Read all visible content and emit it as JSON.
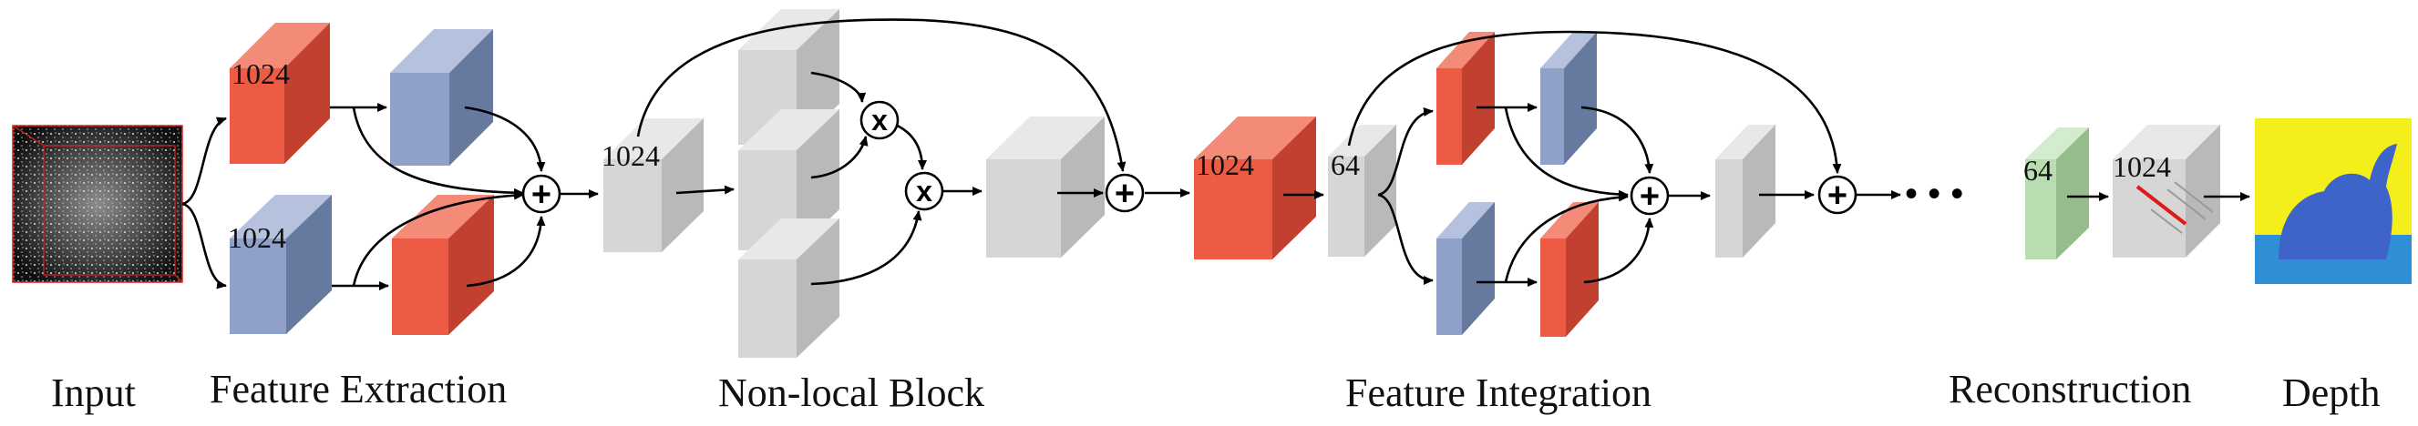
{
  "captions": {
    "input": "Input",
    "feature_extraction": "Feature Extraction",
    "non_local_block": "Non-local Block",
    "feature_integration": "Feature Integration",
    "reconstruction": "Reconstruction",
    "depth": "Depth"
  },
  "cube_labels": {
    "fe_top_red": "1024",
    "fe_bottom_blue": "1024",
    "nl_input": "1024",
    "merged_red": "1024",
    "fi_input": "64",
    "rec_green": "64",
    "rec_gray": "1024"
  },
  "operators": {
    "plus": "+",
    "times": "x"
  },
  "ellipsis": "• • •",
  "colors": {
    "red_front": "#ee5b45",
    "red_side": "#c2402f",
    "red_top": "#f48a78",
    "blue_front": "#8fa1c9",
    "blue_side": "#66799f",
    "blue_top": "#b5c1dd",
    "gray_front": "#d6d6d6",
    "gray_side": "#b9b9b9",
    "gray_top": "#e8e8e8",
    "green_front": "#b9dcb0",
    "green_side": "#95bc8a",
    "green_top": "#d4ecce",
    "depth_background": "#f4ef1a",
    "depth_object": "#3e63c9",
    "depth_floor": "#2f8fd6"
  }
}
